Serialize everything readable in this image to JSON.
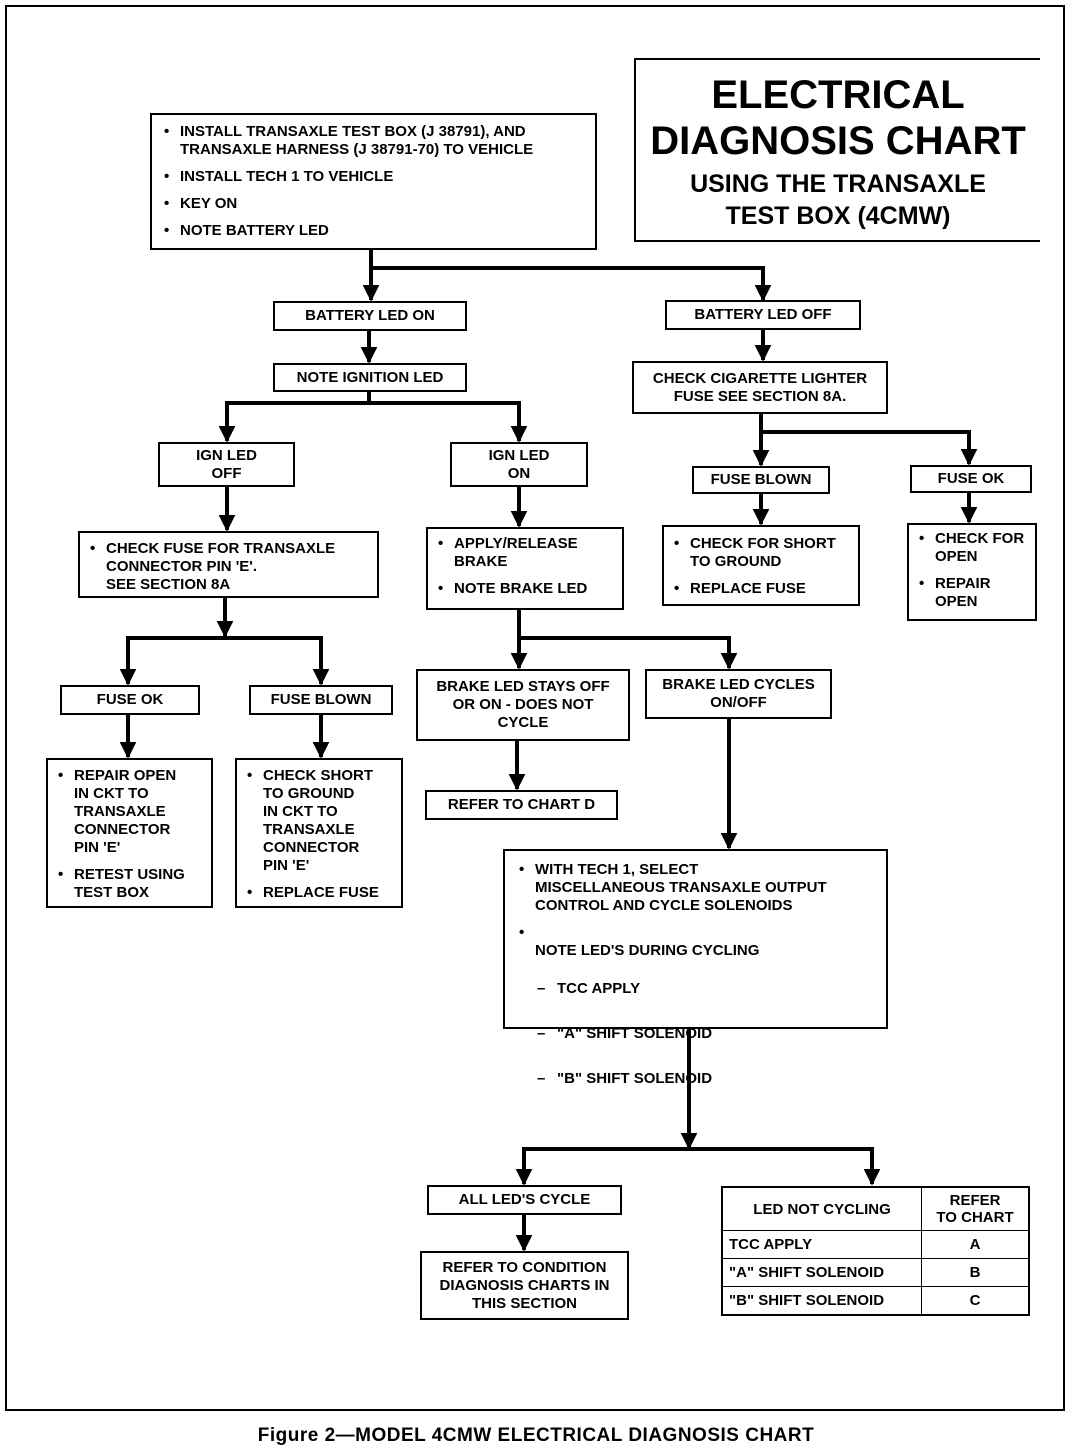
{
  "title": {
    "line1": "ELECTRICAL",
    "line2": "DIAGNOSIS CHART",
    "line3": "USING THE TRANSAXLE",
    "line4": "TEST BOX (4CMW)"
  },
  "caption": "Figure 2—MODEL 4CMW ELECTRICAL DIAGNOSIS CHART",
  "nodes": {
    "start": {
      "items": [
        "INSTALL TRANSAXLE TEST BOX (J 38791), AND\nTRANSAXLE HARNESS (J 38791-70) TO VEHICLE",
        "INSTALL TECH 1 TO VEHICLE",
        "KEY ON",
        "NOTE BATTERY LED"
      ]
    },
    "battery_on": "BATTERY LED ON",
    "battery_off": "BATTERY LED OFF",
    "note_ignition": "NOTE IGNITION LED",
    "check_lighter": "CHECK CIGARETTE LIGHTER\nFUSE SEE SECTION 8A.",
    "ign_off": "IGN LED\nOFF",
    "ign_on": "IGN LED\nON",
    "fuse_blown_right": "FUSE BLOWN",
    "fuse_ok_right": "FUSE OK",
    "check_fuse_connector": {
      "items": [
        "CHECK FUSE FOR TRANSAXLE\nCONNECTOR PIN 'E'.\nSEE SECTION 8A"
      ]
    },
    "apply_brake": {
      "items": [
        "APPLY/RELEASE\nBRAKE",
        "NOTE BRAKE LED"
      ]
    },
    "check_short_ground_right": {
      "items": [
        "CHECK FOR SHORT\nTO GROUND",
        "REPLACE FUSE"
      ]
    },
    "check_open_right": {
      "items": [
        "CHECK FOR\nOPEN",
        "REPAIR\nOPEN"
      ]
    },
    "fuse_ok_left": "FUSE OK",
    "fuse_blown_left": "FUSE BLOWN",
    "brake_stays": "BRAKE LED STAYS OFF\nOR ON - DOES NOT\nCYCLE",
    "brake_cycles": "BRAKE LED CYCLES\nON/OFF",
    "repair_open": {
      "items": [
        "REPAIR OPEN\nIN CKT TO\nTRANSAXLE\nCONNECTOR\nPIN 'E'",
        "RETEST USING\nTEST BOX"
      ]
    },
    "check_short_left": {
      "items": [
        "CHECK SHORT\nTO GROUND\nIN CKT TO\nTRANSAXLE\nCONNECTOR\nPIN 'E'",
        "REPLACE FUSE"
      ]
    },
    "refer_chart_d": "REFER TO CHART D",
    "tech1_select": {
      "items": [
        "WITH TECH 1, SELECT\nMISCELLANEOUS TRANSAXLE OUTPUT\nCONTROL AND CYCLE SOLENOIDS",
        "NOTE LED'S DURING  CYCLING"
      ],
      "sub_items": [
        "TCC APPLY",
        "\"A\" SHIFT SOLENOID",
        "\"B\" SHIFT SOLENOID"
      ]
    },
    "all_leds_cycle": "ALL LED'S CYCLE",
    "refer_condition": "REFER TO CONDITION\nDIAGNOSIS CHARTS IN\nTHIS SECTION"
  },
  "led_table": {
    "headers": [
      "LED NOT CYCLING",
      "REFER\nTO CHART"
    ],
    "rows": [
      [
        "TCC APPLY",
        "A"
      ],
      [
        "\"A\" SHIFT SOLENOID",
        "B"
      ],
      [
        "\"B\" SHIFT SOLENOID",
        "C"
      ]
    ]
  }
}
